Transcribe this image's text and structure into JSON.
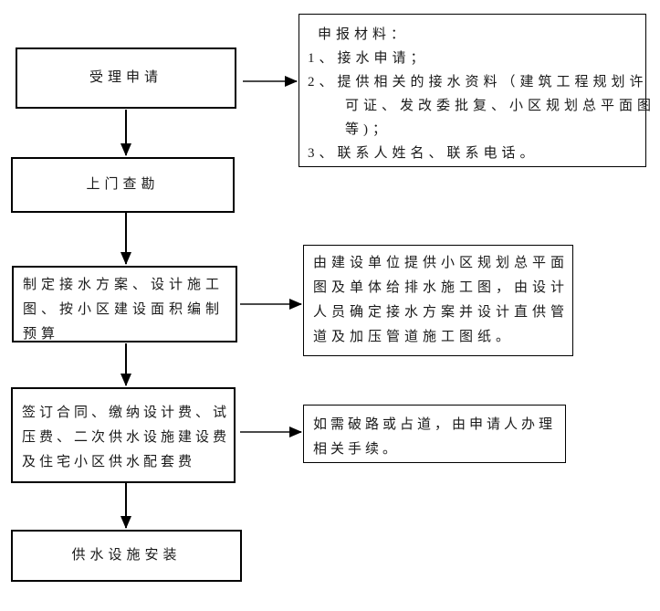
{
  "flowchart": {
    "colors": {
      "background": "#ffffff",
      "box_border": "#000000",
      "text": "#1a1a1a",
      "arrow": "#000000",
      "arrow_shaft_horizontal": "#4a4a4a"
    },
    "steps": [
      {
        "label": "受理申请"
      },
      {
        "label": "上门查勘"
      },
      {
        "lines": [
          "制定接水方案、设计施工",
          "图、按小区建设面积编制",
          "预算"
        ]
      },
      {
        "lines": [
          "签订合同、缴纳设计费、试",
          "压费、二次供水设施建设费",
          "及住宅小区供水配套费"
        ]
      },
      {
        "label": "供水设施安装"
      }
    ],
    "notes": [
      {
        "heading": "申报材料：",
        "lines": [
          "1、接水申请；",
          "2、提供相关的接水资料（建筑工程规划许",
          "可证、发改委批复、小区规划总平面图",
          "等)；",
          "3、联系人姓名、联系电话。"
        ]
      },
      {
        "lines": [
          "由建设单位提供小区规划总平面",
          "图及单体给排水施工图，由设计",
          "人员确定接水方案并设计直供管",
          "道及加压管道施工图纸。"
        ]
      },
      {
        "lines": [
          "如需破路或占道，由申请人办理",
          "相关手续。"
        ]
      }
    ]
  }
}
